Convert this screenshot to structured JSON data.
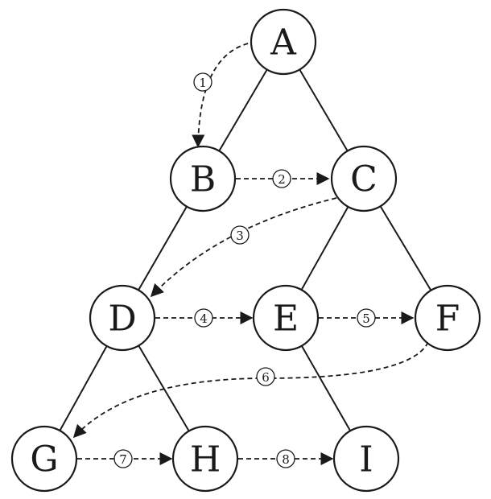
{
  "tree": {
    "nodes": [
      {
        "id": "A",
        "label": "A"
      },
      {
        "id": "B",
        "label": "B"
      },
      {
        "id": "C",
        "label": "C"
      },
      {
        "id": "D",
        "label": "D"
      },
      {
        "id": "E",
        "label": "E"
      },
      {
        "id": "F",
        "label": "F"
      },
      {
        "id": "G",
        "label": "G"
      },
      {
        "id": "H",
        "label": "H"
      },
      {
        "id": "I",
        "label": "I"
      }
    ],
    "edges": [
      [
        "A",
        "B"
      ],
      [
        "A",
        "C"
      ],
      [
        "B",
        "D"
      ],
      [
        "C",
        "E"
      ],
      [
        "C",
        "F"
      ],
      [
        "D",
        "G"
      ],
      [
        "D",
        "H"
      ],
      [
        "E",
        "I"
      ]
    ],
    "traversal": [
      {
        "from": "A",
        "to": "B",
        "step": "1"
      },
      {
        "from": "B",
        "to": "C",
        "step": "2"
      },
      {
        "from": "C",
        "to": "D",
        "step": "3"
      },
      {
        "from": "D",
        "to": "E",
        "step": "4"
      },
      {
        "from": "E",
        "to": "F",
        "step": "5"
      },
      {
        "from": "F",
        "to": "G",
        "step": "6"
      },
      {
        "from": "G",
        "to": "H",
        "step": "7"
      },
      {
        "from": "H",
        "to": "I",
        "step": "8"
      }
    ]
  }
}
